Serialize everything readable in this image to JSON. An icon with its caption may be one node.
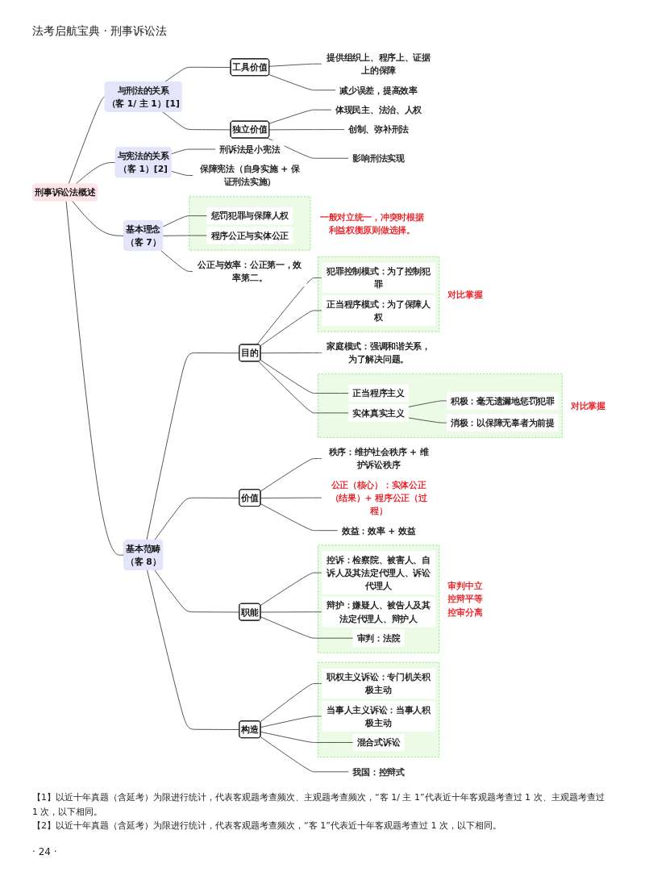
{
  "diagram": {
    "title": "法考启航宝典 · 刑事诉讼法",
    "nodes": [
      {
        "text": [
          "刑事诉讼法概述"
        ]
      },
      {
        "text": [
          "与刑法的关系",
          "（客 1/ 主 1）[1]"
        ]
      },
      {
        "text": [
          "工具价值"
        ]
      },
      {
        "text": [
          "提供组织上、程序上、证据上的保障"
        ]
      },
      {
        "text": [
          "减少误差，提高效率"
        ]
      },
      {
        "text": [
          "独立价值"
        ]
      },
      {
        "text": [
          "体现民主、法治、人权"
        ]
      },
      {
        "text": [
          "创制、弥补刑法"
        ]
      },
      {
        "text": [
          "影响刑法实现"
        ]
      },
      {
        "text": [
          "与宪法的关系",
          "（客 1）[2]"
        ]
      },
      {
        "text": [
          "刑诉法是小宪法"
        ]
      },
      {
        "text": [
          "保障宪法（自身实施 + 保证刑法实施）"
        ]
      },
      {
        "text": [
          "基本理念",
          "（客 7）"
        ]
      },
      {
        "text": [],
        "shape": "box",
        "beside": [
          "一般对立统一，冲突时根据利益权衡原则做选择。"
        ]
      },
      {
        "text": [
          "惩罚犯罪与保障人权"
        ],
        "in": 13
      },
      {
        "text": [
          "程序公正与实体公正"
        ],
        "in": 13
      },
      {
        "text": [
          "公正与效率：公正第一，效率第二。"
        ]
      },
      {
        "text": [
          "基本范畴",
          "（客 8）"
        ]
      },
      {
        "text": [
          "目的"
        ]
      },
      {
        "text": [],
        "shape": "box",
        "beside": [
          "对比掌握"
        ]
      },
      {
        "text": [
          "犯罪控制模式：为了控制犯罪"
        ],
        "in": 19
      },
      {
        "text": [
          "正当程序模式：为了保障人权"
        ],
        "in": 19
      },
      {
        "text": [
          "家庭模式：强调和谐关系，为了解决问题。"
        ]
      },
      {
        "text": [],
        "shape": "box",
        "beside": [
          "对比掌握"
        ]
      },
      {
        "text": [
          "正当程序主义"
        ],
        "in": 23
      },
      {
        "text": [
          "实体真实主义"
        ],
        "in": 23
      },
      {
        "text": [
          "积极：毫无遗漏地惩罚犯罪"
        ],
        "in": 23
      },
      {
        "text": [
          "消极：以保障无辜者为前提"
        ],
        "in": 23
      },
      {
        "text": [
          "价值"
        ]
      },
      {
        "text": [
          "秩序：维护社会秩序 + 维护诉讼秩序"
        ]
      },
      {
        "text": [
          "公正（核心）：实体公正（结果）+ 程序公正（过程）"
        ]
      },
      {
        "text": [
          "效益：效率 + 效益"
        ]
      },
      {
        "text": [
          "职能"
        ]
      },
      {
        "text": [],
        "shape": "box",
        "beside": [
          "审判中立",
          "控辩平等",
          "控审分离"
        ]
      },
      {
        "text": [
          "控诉：检察院、被害人、自诉人及其法定代理人、诉讼代理人"
        ],
        "in": 33
      },
      {
        "text": [
          "辩护：嫌疑人、被告人及其法定代理人、辩护人"
        ],
        "in": 33
      },
      {
        "text": [
          "审判：法院"
        ],
        "in": 33
      },
      {
        "text": [
          "构造"
        ]
      },
      {
        "text": [],
        "shape": "box"
      },
      {
        "text": [
          "职权主义诉讼：专门机关积极主动"
        ],
        "in": 38
      },
      {
        "text": [
          "当事人主义诉讼：当事人积极主动"
        ],
        "in": 38
      },
      {
        "text": [
          "混合式诉讼"
        ],
        "in": 38
      },
      {
        "text": [
          "我国：控辩式"
        ]
      }
    ],
    "edges": [
      {
        "from": 0,
        "to": 1,
        "arrow": "none"
      },
      {
        "from": 1,
        "to": 2,
        "arrow": "none"
      },
      {
        "from": 2,
        "to": 3,
        "arrow": "none"
      },
      {
        "from": 2,
        "to": 4,
        "arrow": "none"
      },
      {
        "from": 1,
        "to": 5,
        "arrow": "none"
      },
      {
        "from": 5,
        "to": 6,
        "arrow": "none"
      },
      {
        "from": 5,
        "to": 7,
        "arrow": "none"
      },
      {
        "from": 5,
        "to": 8,
        "arrow": "none"
      },
      {
        "from": 0,
        "to": 9,
        "arrow": "none"
      },
      {
        "from": 9,
        "to": 10,
        "arrow": "none"
      },
      {
        "from": 9,
        "to": 11,
        "arrow": "none"
      },
      {
        "from": 0,
        "to": 12,
        "arrow": "none"
      },
      {
        "from": 12,
        "to": 14,
        "arrow": "none"
      },
      {
        "from": 12,
        "to": 15,
        "arrow": "none"
      },
      {
        "from": 12,
        "to": 16,
        "arrow": "none"
      },
      {
        "from": 0,
        "to": 17,
        "arrow": "none"
      },
      {
        "from": 17,
        "to": 18,
        "arrow": "none"
      },
      {
        "from": 18,
        "to": 20,
        "arrow": "none"
      },
      {
        "from": 18,
        "to": 21,
        "arrow": "none"
      },
      {
        "from": 18,
        "to": 22,
        "arrow": "none"
      },
      {
        "from": 18,
        "to": 24,
        "arrow": "none"
      },
      {
        "from": 18,
        "to": 25,
        "arrow": "none"
      },
      {
        "from": 25,
        "to": 26,
        "arrow": "none"
      },
      {
        "from": 25,
        "to": 27,
        "arrow": "none"
      },
      {
        "from": 17,
        "to": 28,
        "arrow": "none"
      },
      {
        "from": 28,
        "to": 29,
        "arrow": "none"
      },
      {
        "from": 28,
        "to": 30,
        "arrow": "none"
      },
      {
        "from": 28,
        "to": 31,
        "arrow": "none"
      },
      {
        "from": 17,
        "to": 32,
        "arrow": "none"
      },
      {
        "from": 32,
        "to": 34,
        "arrow": "none"
      },
      {
        "from": 32,
        "to": 35,
        "arrow": "none"
      },
      {
        "from": 32,
        "to": 36,
        "arrow": "none"
      },
      {
        "from": 17,
        "to": 37,
        "arrow": "none"
      },
      {
        "from": 37,
        "to": 39,
        "arrow": "none"
      },
      {
        "from": 37,
        "to": 40,
        "arrow": "none"
      },
      {
        "from": 37,
        "to": 41,
        "arrow": "none"
      },
      {
        "from": 37,
        "to": 42,
        "arrow": "none"
      }
    ],
    "labels": [
      "【1】以近十年真题（含延考）为限进行统计，代表客观题考查频次、主观题考查频次，“客 1/ 主 1”代表近十年客观题考查过 1 次、主观题考查过 1 次，以下相同。",
      "【2】以近十年真题（含延考）为限进行统计，代表客观题考查频次，“客 1”代表近十年客观题考查过 1 次，以下相同。",
      "· 24 ·"
    ]
  }
}
